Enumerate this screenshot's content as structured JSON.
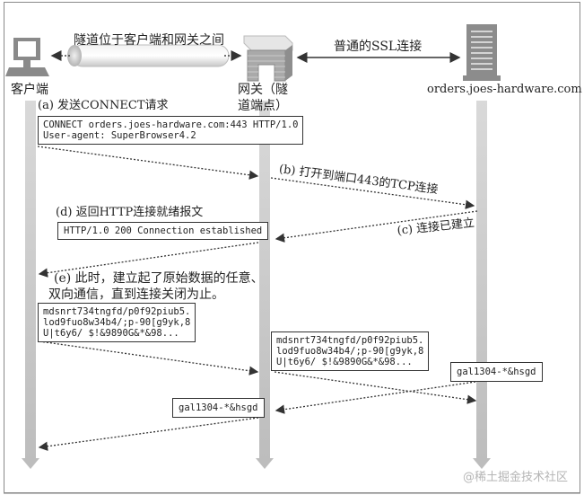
{
  "diagram": {
    "nodes": {
      "client": {
        "label": "客户端",
        "icon": "computer-monitor-icon"
      },
      "gateway": {
        "label_line1": "网关（隧",
        "label_line2": "道端点）",
        "icon": "brick-gateway-icon"
      },
      "server": {
        "label": "orders.joes-hardware.com",
        "icon": "server-rack-icon"
      }
    },
    "top_links": {
      "tunnel_label": "隧道位于客户端和网关之间",
      "ssl_label": "普通的SSL连接"
    },
    "steps": {
      "a": {
        "label": "(a) 发送CONNECT请求",
        "box": "CONNECT orders.joes-hardware.com:443 HTTP/1.0\nUser-agent: SuperBrowser4.2"
      },
      "b": {
        "label": "(b) 打开到端口443的TCP连接"
      },
      "c": {
        "label": "(c) 连接已建立"
      },
      "d": {
        "label": "(d) 返回HTTP连接就绪报文",
        "box": "HTTP/1.0 200 Connection established"
      },
      "e": {
        "label_line1": "(e) 此时，建立起了原始数据的任意、",
        "label_line2": "双向通信，直到连接关闭为止。"
      }
    },
    "data_boxes": {
      "client_data": "mdsnrt734tngfd/p0f92piub5.\nlod9fuo8w34b4/;p-90[g9yk,8\nU|t6y6/ $!&9890G&*&98...",
      "gateway_data": "mdsnrt734tngfd/p0f92piub5.\nlod9fuo8w34b4/;p-90[g9yk,8\nU|t6y6/ $!&9890G&*&98...",
      "server_reply": "gal1304-*&hsgd",
      "gateway_reply": "gal1304-*&hsgd"
    },
    "watermark": "@稀土掘金技术社区",
    "colors": {
      "lifeline": "#bdbdbd",
      "arrow": "#333333",
      "server": "#8c8c8c"
    }
  }
}
